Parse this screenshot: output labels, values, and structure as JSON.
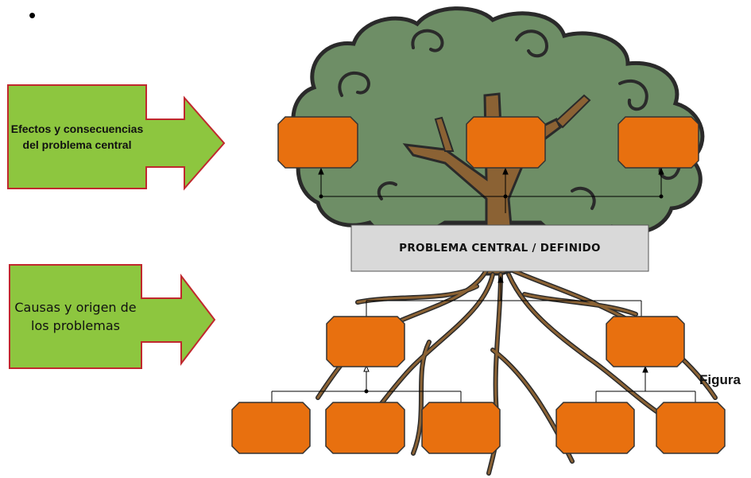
{
  "bullet": "•",
  "effects_callout": {
    "label": "Efectos y consecuencias del problema central",
    "fill": "#8DC63F",
    "border": "#C0282E"
  },
  "causes_callout": {
    "label": "Causas y origen de los problemas",
    "fill": "#8DC63F",
    "border": "#C0282E"
  },
  "central_problem": {
    "label": "PROBLEMA CENTRAL / DEFINIDO",
    "fill": "#D9D9D9"
  },
  "box_color": "#E8700F",
  "figure_label": "Figura",
  "effect_boxes": [
    "",
    "",
    ""
  ],
  "cause_boxes_level1": [
    "",
    ""
  ],
  "cause_boxes_level2": [
    "",
    "",
    "",
    "",
    ""
  ]
}
